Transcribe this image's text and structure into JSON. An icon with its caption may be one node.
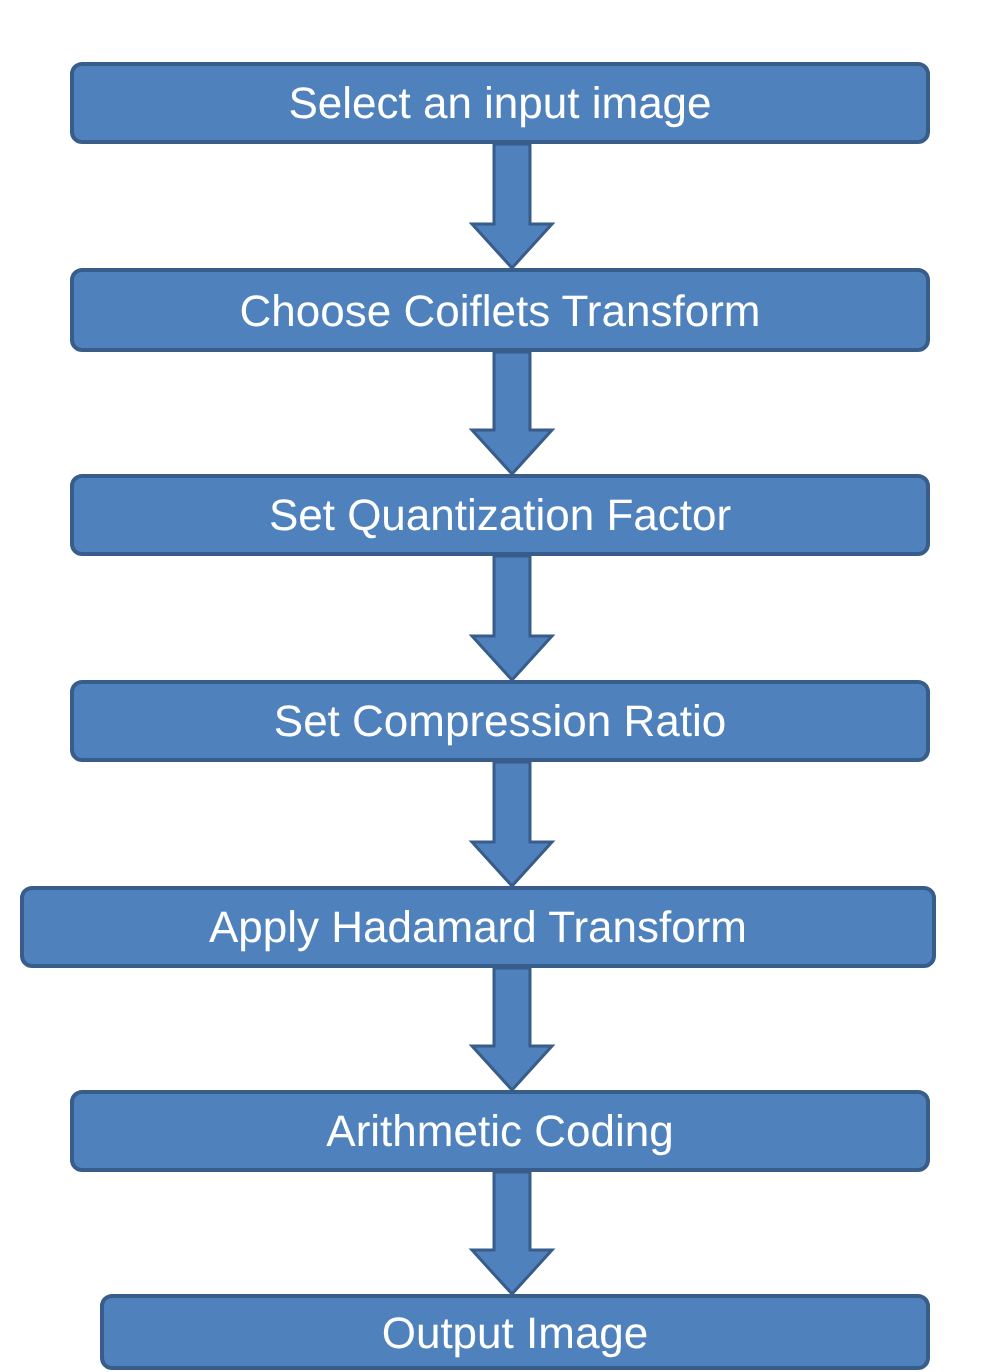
{
  "diagram": {
    "nodes": [
      {
        "text": [
          "Select an input image"
        ]
      },
      {
        "text": [
          "Choose Coiflets Transform"
        ]
      },
      {
        "text": [
          "Set Quantization Factor"
        ]
      },
      {
        "text": [
          "Set Compression Ratio"
        ]
      },
      {
        "text": [
          "Apply Hadamard Transform"
        ]
      },
      {
        "text": [
          "Arithmetic Coding"
        ]
      },
      {
        "text": [
          "Output Image"
        ]
      }
    ],
    "edges": [
      {
        "from": 0,
        "to": 1,
        "arrow": "to"
      },
      {
        "from": 1,
        "to": 2,
        "arrow": "to"
      },
      {
        "from": 2,
        "to": 3,
        "arrow": "to"
      },
      {
        "from": 3,
        "to": 4,
        "arrow": "to"
      },
      {
        "from": 4,
        "to": 5,
        "arrow": "to"
      },
      {
        "from": 5,
        "to": 6,
        "arrow": "to"
      }
    ]
  }
}
